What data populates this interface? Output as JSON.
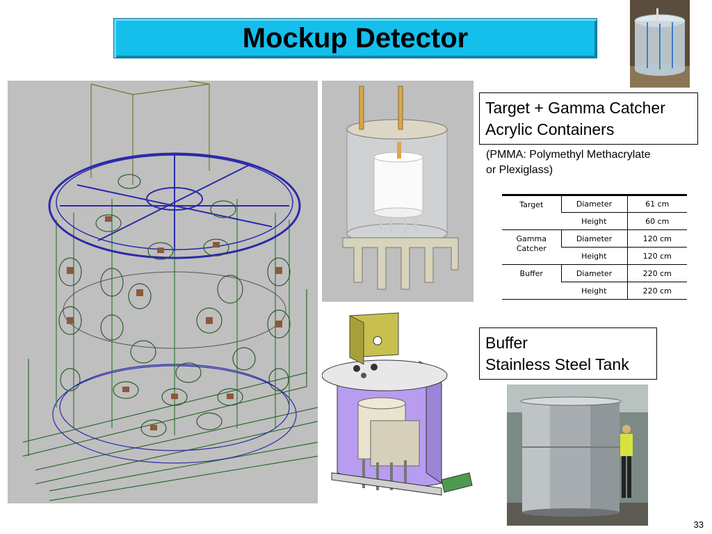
{
  "slide": {
    "title": "Mockup Detector",
    "page_number": "33"
  },
  "target_box": {
    "line1": "Target + Gamma Catcher",
    "line2": "Acrylic Containers"
  },
  "note": {
    "line1": "(PMMA: Polymethyl Methacrylate",
    "line2": "or Plexiglass)"
  },
  "specs_table": {
    "rows": [
      {
        "group": "Target",
        "param": "Diameter",
        "value": "61 cm"
      },
      {
        "group": "",
        "param": "Height",
        "value": "60 cm"
      },
      {
        "group": "Gamma Catcher",
        "param": "Diameter",
        "value": "120 cm"
      },
      {
        "group": "",
        "param": "Height",
        "value": "120 cm"
      },
      {
        "group": "Buffer",
        "param": "Diameter",
        "value": "220 cm"
      },
      {
        "group": "",
        "param": "Height",
        "value": "220 cm"
      }
    ]
  },
  "buffer_box": {
    "line1": "Buffer",
    "line2": "Stainless Steel Tank"
  },
  "colors": {
    "title_bar": "#14bfec",
    "panel_bg": "#bfbfbf",
    "wire_blue": "#2a2aa8",
    "wire_green": "#2f7a2f",
    "buffer_purple": "#b79cf0"
  }
}
